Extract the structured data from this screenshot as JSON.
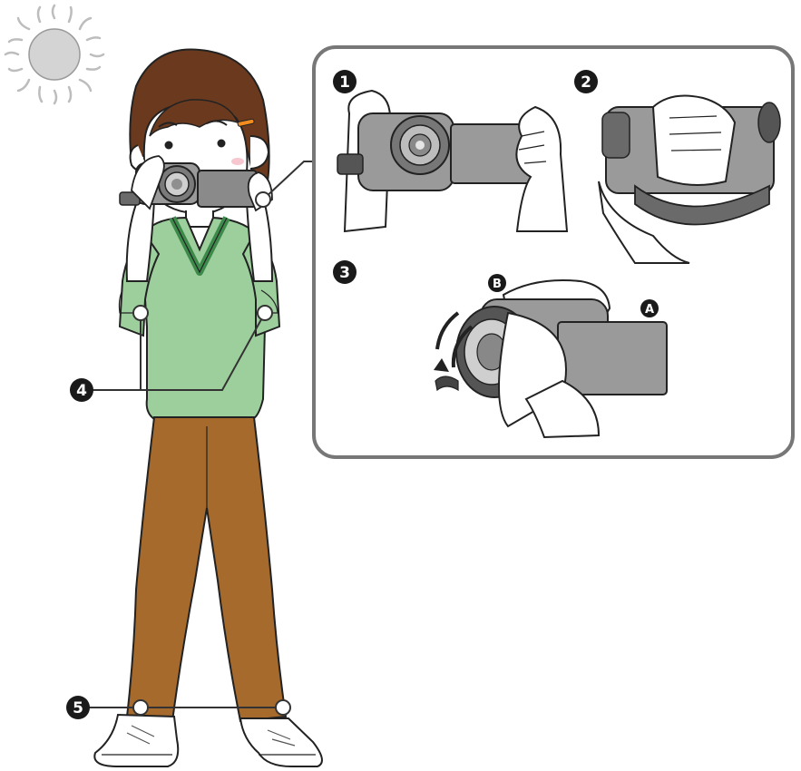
{
  "diagram": {
    "inset_markers": [
      {
        "id": "m1",
        "label": "1"
      },
      {
        "id": "m2",
        "label": "2"
      },
      {
        "id": "m3",
        "label": "3"
      }
    ],
    "body_markers": [
      {
        "id": "m4",
        "label": "4"
      },
      {
        "id": "m5",
        "label": "5"
      }
    ],
    "letter_markers": {
      "a": "A",
      "b": "B"
    },
    "colors": {
      "sun": "#cfcfcf",
      "hair": "#6b3a1e",
      "skin": "#ffffff",
      "shirt": "#9dcf9d",
      "shirt_collar": "#3d8a4b",
      "pants": "#a66a2c",
      "camera_body": "#9a9a9a",
      "camera_dark": "#555555",
      "inset_border": "#777777",
      "marker": "#1a1a1a",
      "hair_clip": "#f28c1e",
      "cheek": "#f5b9c4"
    }
  }
}
